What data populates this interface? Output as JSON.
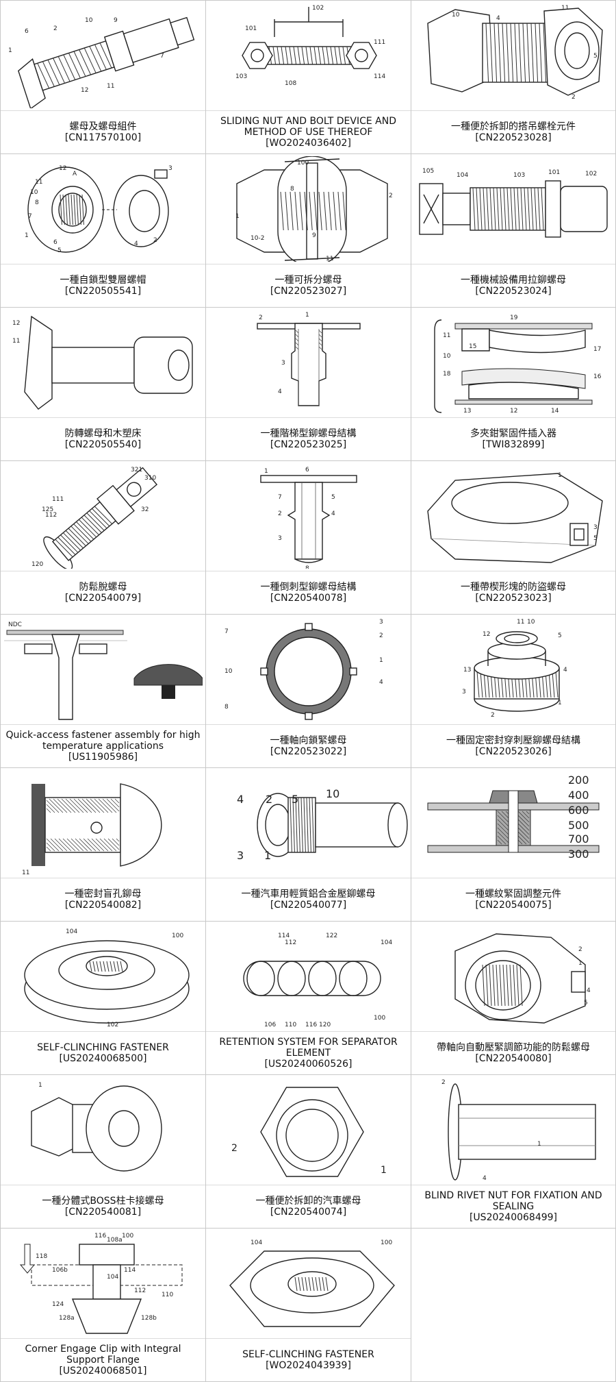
{
  "items": [
    {
      "title": "螺母及螺母組件",
      "id": "[CN117570100]",
      "icon": "bolt-assembly-icon"
    },
    {
      "title": "SLIDING NUT AND BOLT DEVICE AND METHOD OF USE THEREOF",
      "id": "[WO2024036402]",
      "icon": "sliding-nut-bolt-icon"
    },
    {
      "title": "一種便於拆卸的搭吊螺栓元件",
      "id": "[CN220523028]",
      "icon": "hex-bolt-nut-icon"
    },
    {
      "title": "一種自鎖型雙層螺帽",
      "id": "[CN220505541]",
      "icon": "double-layer-nut-icon"
    },
    {
      "title": "一種可拆分螺母",
      "id": "[CN220523027]",
      "icon": "split-nut-icon"
    },
    {
      "title": "一種機械設備用拉鉚螺母",
      "id": "[CN220523024]",
      "icon": "pull-rivet-nut-icon"
    },
    {
      "title": "防轉螺母和木塑床",
      "id": "[CN220505540]",
      "icon": "anti-rotation-nut-icon"
    },
    {
      "title": "一種階梯型鉚螺母結構",
      "id": "[CN220523025]",
      "icon": "stepped-rivet-nut-icon"
    },
    {
      "title": "多夾鉗緊固件插入器",
      "id": "[TWI832899]",
      "icon": "clamp-insert-icon"
    },
    {
      "title": "防鬆脫螺母",
      "id": "[CN220540079]",
      "icon": "anti-loosening-nut-icon"
    },
    {
      "title": "一種倒刺型鉚螺母結構",
      "id": "[CN220540078]",
      "icon": "barbed-rivet-nut-icon"
    },
    {
      "title": "一種帶楔形塊的防盜螺母",
      "id": "[CN220523023]",
      "icon": "anti-theft-nut-icon"
    },
    {
      "title": "Quick-access fastener assembly for high temperature applications",
      "id": "[US11905986]",
      "icon": "quick-access-fastener-icon"
    },
    {
      "title": "一種軸向鎖緊螺母",
      "id": "[CN220523022]",
      "icon": "axial-lock-nut-icon"
    },
    {
      "title": "一種固定密封穿刺壓鉚螺母結構",
      "id": "[CN220523026]",
      "icon": "sealed-clinch-nut-icon"
    },
    {
      "title": "一種密封盲孔鉚母",
      "id": "[CN220540082]",
      "icon": "sealed-blind-rivet-icon"
    },
    {
      "title": "一種汽車用輕質鋁合金壓鉚螺母",
      "id": "[CN220540077]",
      "icon": "aluminum-clinch-nut-icon"
    },
    {
      "title": "一種螺紋緊固調整元件",
      "id": "[CN220540075]",
      "icon": "thread-adjust-element-icon"
    },
    {
      "title": "SELF-CLINCHING FASTENER",
      "id": "[US20240068500]",
      "icon": "self-clinching-fastener-icon"
    },
    {
      "title": "RETENTION SYSTEM FOR SEPARATOR ELEMENT",
      "id": "[US20240060526]",
      "icon": "retention-system-icon"
    },
    {
      "title": "帶軸向自動壓緊調節功能的防鬆螺母",
      "id": "[CN220540080]",
      "icon": "axial-adjust-nut-icon"
    },
    {
      "title": "一種分體式BOSS柱卡接螺母",
      "id": "[CN220540081]",
      "icon": "boss-clip-nut-icon"
    },
    {
      "title": "一種便於拆卸的汽車螺母",
      "id": "[CN220540074]",
      "icon": "car-hex-nut-icon"
    },
    {
      "title": "BLIND RIVET NUT FOR FIXATION AND SEALING",
      "id": "[US20240068499]",
      "icon": "blind-rivet-nut-icon"
    },
    {
      "title": "Corner Engage Clip with Integral Support Flange",
      "id": "[US20240068501]",
      "icon": "corner-clip-icon"
    },
    {
      "title": "SELF-CLINCHING FASTENER",
      "id": "[WO2024043939]",
      "icon": "self-clinching-fastener-2-icon"
    }
  ],
  "figure_labels": {
    "c1": [
      "1",
      "2",
      "6",
      "9",
      "10",
      "12",
      "11",
      "7"
    ],
    "c2": [
      "101",
      "102",
      "103",
      "108",
      "111",
      "114"
    ],
    "c3": [
      "10",
      "11",
      "4",
      "5",
      "2"
    ],
    "c4": [
      "A",
      "1",
      "2",
      "3",
      "4",
      "5",
      "6",
      "7",
      "8",
      "10",
      "11",
      "12"
    ],
    "c5": [
      "100",
      "8",
      "2",
      "1",
      "10-2",
      "9",
      "11"
    ],
    "c6": [
      "105",
      "104",
      "103",
      "101",
      "102"
    ],
    "c7": [
      "12",
      "11"
    ],
    "c8": [
      "1",
      "2",
      "3",
      "4"
    ],
    "c9": [
      "11",
      "10",
      "15",
      "19",
      "17",
      "18",
      "16",
      "13",
      "12",
      "14"
    ],
    "c10": [
      "321",
      "310",
      "111",
      "125",
      "112",
      "120",
      "32"
    ],
    "c11": [
      "1",
      "6",
      "5",
      "7",
      "2",
      "4",
      "3",
      "8"
    ],
    "c12": [
      "1",
      "3",
      "5"
    ],
    "c13": [
      "NDC"
    ],
    "c14": [
      "3",
      "7",
      "2",
      "1",
      "10",
      "4",
      "8"
    ],
    "c15": [
      "11",
      "10",
      "12",
      "5",
      "13",
      "4",
      "3",
      "2",
      "1"
    ],
    "c16": [
      "11"
    ],
    "c17": [
      "4",
      "2",
      "5",
      "10",
      "3",
      "1"
    ],
    "c18": [
      "200",
      "400",
      "600",
      "500",
      "700",
      "300"
    ],
    "c19": [
      "100",
      "104",
      "102"
    ],
    "c20": [
      "114",
      "112",
      "122",
      "104",
      "100",
      "106",
      "110",
      "116",
      "120"
    ],
    "c21": [
      "2",
      "1",
      "4",
      "5"
    ],
    "c22": [
      "1"
    ],
    "c23": [
      "2",
      "1"
    ],
    "c24": [
      "2",
      "1",
      "4"
    ],
    "c25": [
      "116",
      "100",
      "108a",
      "118",
      "106b",
      "114",
      "104",
      "112",
      "110",
      "124",
      "128a",
      "128b"
    ],
    "c26": [
      "100",
      "104"
    ]
  }
}
